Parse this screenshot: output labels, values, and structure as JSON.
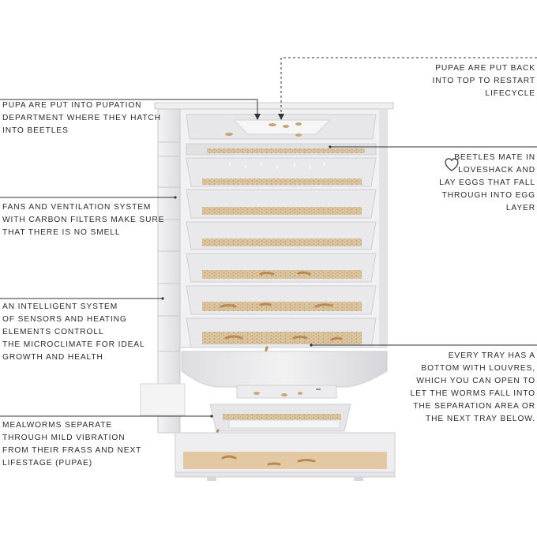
{
  "annotations": {
    "pupa": [
      "PUPA ARE PUT INTO PUPATION",
      "DEPARTMENT WHERE THEY HATCH",
      "INTO BEETLES"
    ],
    "pupae_back": [
      "PUPAE ARE PUT BACK",
      "INTO TOP TO RESTART",
      "LIFECYCLE"
    ],
    "beetles": [
      "BEETLES MATE IN",
      "LOVESHACK AND",
      "LAY EGGS THAT FALL",
      "THROUGH INTO EGG",
      "LAYER"
    ],
    "fans": [
      "FANS AND VENTILATION SYSTEM",
      "WITH CARBON FILTERS MAKE SURE",
      "THAT THERE IS NO SMELL"
    ],
    "sensors": [
      "AN INTELLIGENT SYSTEM",
      "OF SENSORS AND HEATING",
      "ELEMENTS CONTROLL",
      "THE MICROCLIMATE FOR IDEAL",
      "GROWTH AND HEALTH"
    ],
    "tray": [
      "EVERY TRAY HAS A",
      "BOTTOM WITH LOUVRES,",
      "WHICH YOU CAN OPEN TO",
      "LET THE WORMS FALL INTO",
      "THE SEPARATION AREA OR",
      "THE NEXT TRAY BELOW."
    ],
    "mealworms": [
      "MEALWORMS SEPARATE",
      "THROUGH MILD VIBRATION",
      "FROM THEIR FRASS AND NEXT",
      "LIFESTAGE (PUPAE)"
    ]
  },
  "icons": {
    "heart": "heart-icon"
  },
  "colors": {
    "frame": "#e9e9eb",
    "frame_edge": "#c9c9cd",
    "substrate": "#d8c3a0",
    "worm": "#b98a4f",
    "line": "#333333"
  }
}
